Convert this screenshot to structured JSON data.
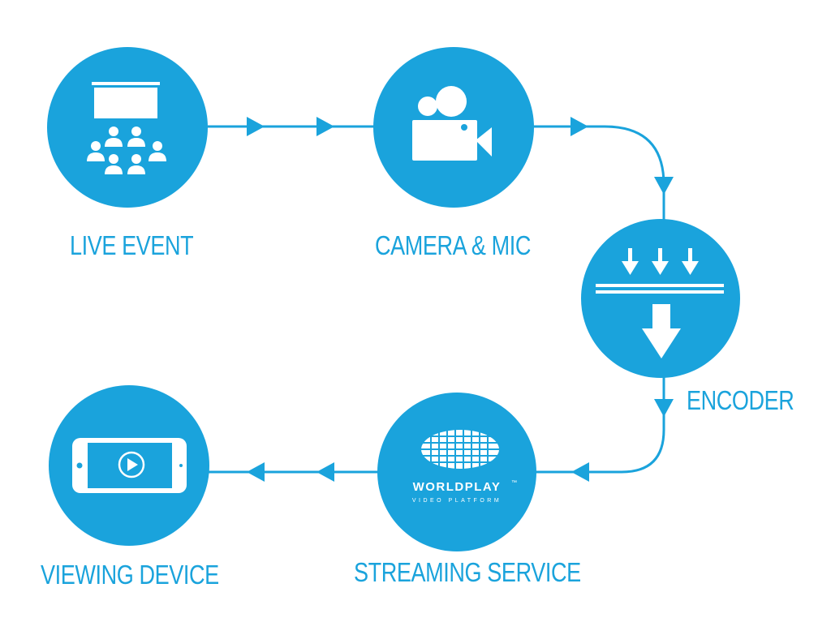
{
  "colors": {
    "accent": "#1aa3dc",
    "background": "#ffffff"
  },
  "nodes": {
    "live_event": {
      "label": "LIVE EVENT",
      "icon": "audience-screen-icon"
    },
    "camera_mic": {
      "label": "CAMERA & MIC",
      "icon": "video-camera-icon"
    },
    "encoder": {
      "label": "ENCODER",
      "icon": "encode-arrows-icon"
    },
    "streaming_service": {
      "label": "STREAMING SERVICE",
      "icon": "worldplay-globe-icon",
      "logo_text": "WORLDPLAY",
      "logo_tm": "™",
      "logo_sub": "VIDEO PLATFORM"
    },
    "viewing_device": {
      "label": "VIEWING DEVICE",
      "icon": "tablet-play-icon"
    }
  },
  "flow": [
    "live_event",
    "camera_mic",
    "encoder",
    "streaming_service",
    "viewing_device"
  ]
}
